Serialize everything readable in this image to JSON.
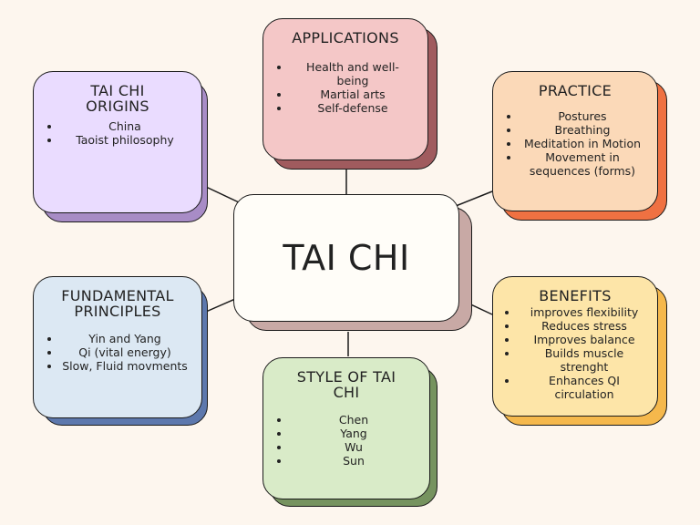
{
  "diagram": {
    "center": {
      "title": "TAI CHI",
      "colors": {
        "fill": "#fffdf8",
        "shadow": "#c8a9a5"
      }
    },
    "nodes": [
      {
        "id": "applications",
        "title": "APPLICATIONS",
        "items": [
          "Health and well-being",
          "Martial arts",
          "Self-defense"
        ],
        "colors": {
          "fill": "#f4c7c7",
          "shadow": "#a05b5e"
        }
      },
      {
        "id": "origins",
        "title": "TAI CHI ORIGINS",
        "items": [
          "China",
          "Taoist philosophy"
        ],
        "colors": {
          "fill": "#eadcff",
          "shadow": "#a88cc6"
        }
      },
      {
        "id": "practice",
        "title": "PRACTICE",
        "items": [
          "Postures",
          "Breathing",
          "Meditation in Motion",
          "Movement in sequences (forms)"
        ],
        "colors": {
          "fill": "#fbd9b8",
          "shadow": "#ef7142"
        }
      },
      {
        "id": "principles",
        "title": "FUNDAMENTAL PRINCIPLES",
        "items": [
          "Yin and Yang",
          "Qi (vital energy)",
          "Slow, Fluid movments"
        ],
        "colors": {
          "fill": "#dce8f3",
          "shadow": "#5d78ad"
        }
      },
      {
        "id": "benefits",
        "title": "BENEFITS",
        "items": [
          "improves flexibility",
          "Reduces stress",
          "Improves balance",
          "Builds muscle strenght",
          "Enhances QI circulation"
        ],
        "colors": {
          "fill": "#fde5a8",
          "shadow": "#f5b84c"
        }
      },
      {
        "id": "styles",
        "title": "STYLE OF TAI CHI",
        "items": [
          "Chen",
          "Yang",
          "Wu",
          "Sun"
        ],
        "colors": {
          "fill": "#d9ebc8",
          "shadow": "#76935f"
        }
      }
    ]
  }
}
